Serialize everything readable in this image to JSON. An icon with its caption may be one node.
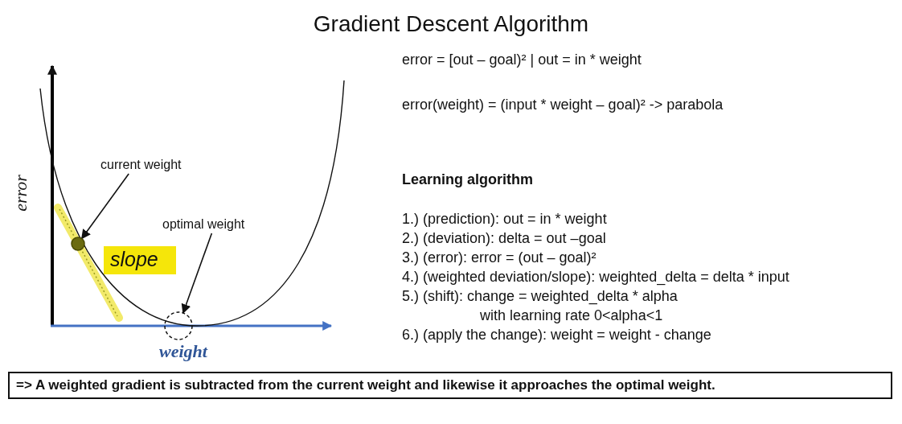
{
  "diagram": {
    "title": "Gradient Descent Algorithm",
    "nodes": [
      {
        "text": [
          "current weight"
        ]
      },
      {
        "text": [],
        "shape": "circle"
      },
      {
        "text": [
          "optimal weight"
        ]
      },
      {
        "text": [],
        "shape": "circle"
      },
      {
        "text": [
          "slope"
        ]
      },
      {
        "text": [
          "=> A weighted gradient is subtracted from the current weight and likewise it approaches the optimal weight."
        ]
      }
    ],
    "edges": [
      {
        "from": 0,
        "to": 1,
        "arrow": "to"
      },
      {
        "from": 2,
        "to": 3,
        "arrow": "to"
      }
    ],
    "labels": [
      "error",
      "weight",
      "error = [out – goal)² | out = in * weight",
      "error(weight) = (input * weight – goal)² -> parabola",
      "Learning algorithm",
      "1.) (prediction): out = in * weight",
      "2.) (deviation): delta = out –goal",
      "3.) (error): error = (out – goal)²",
      "4.) (weighted deviation/slope): weighted_delta = delta * input",
      "5.) (shift): change = weighted_delta * alpha",
      "with learning rate 0<alpha<1",
      "6.) (apply the change): weight = weight - change"
    ]
  }
}
